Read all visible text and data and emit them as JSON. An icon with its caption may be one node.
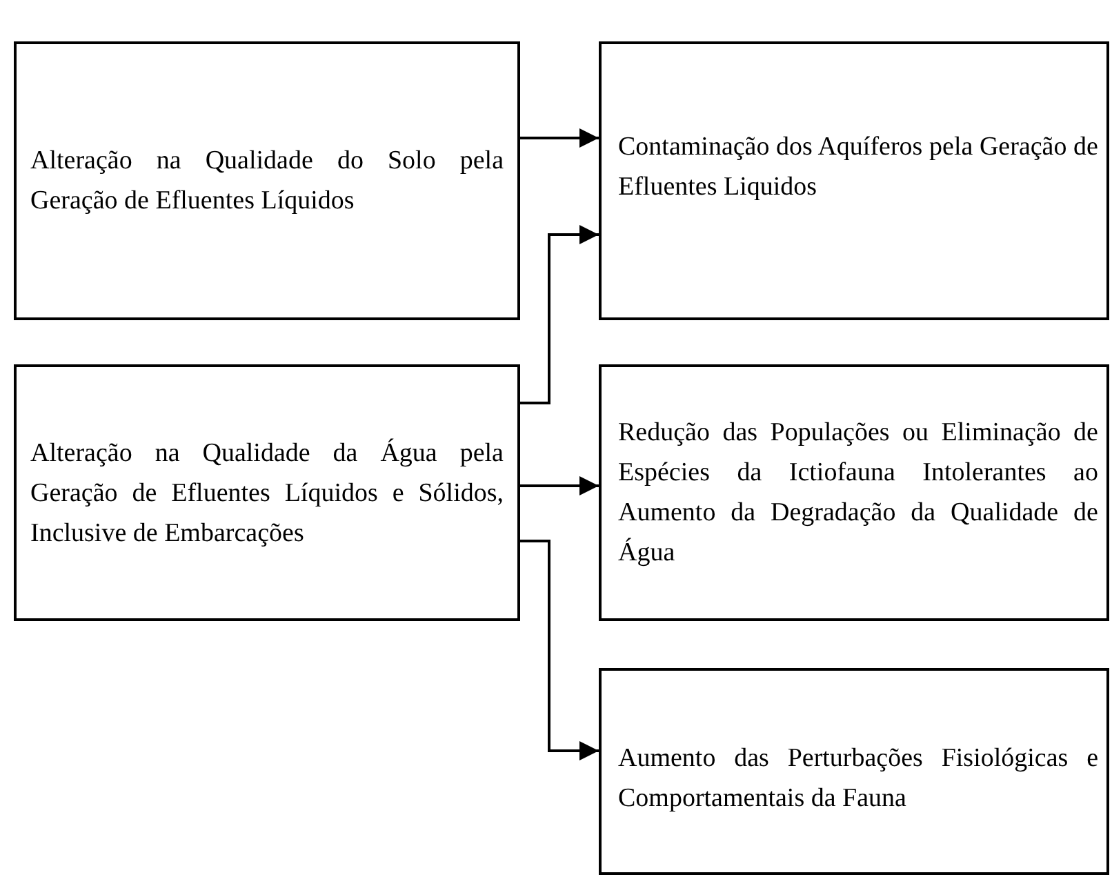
{
  "diagram": {
    "nodes": [
      {
        "text": [
          "Alteração na Qualidade do Solo pela Geração de Efluentes Líquidos"
        ]
      },
      {
        "text": [
          "Alteração na Qualidade da Água pela Geração de Efluentes Líquidos e Sólidos, Inclusive de Embarcações"
        ]
      },
      {
        "text": [
          "Contaminação dos Aquíferos pela Geração de Efluentes Liquidos"
        ]
      },
      {
        "text": [
          "Redução das Populações ou Eliminação de Espécies da Ictiofauna Intolerantes ao Aumento da Degradação da Qualidade de Água"
        ]
      },
      {
        "text": [
          "Aumento das Perturbações Fisiológicas e Comportamentais da Fauna"
        ]
      }
    ],
    "edges": [
      {
        "from": 0,
        "to": 2,
        "arrow": "to"
      },
      {
        "from": 1,
        "to": 2,
        "arrow": "to"
      },
      {
        "from": 1,
        "to": 3,
        "arrow": "to"
      },
      {
        "from": 1,
        "to": 4,
        "arrow": "to"
      }
    ]
  }
}
